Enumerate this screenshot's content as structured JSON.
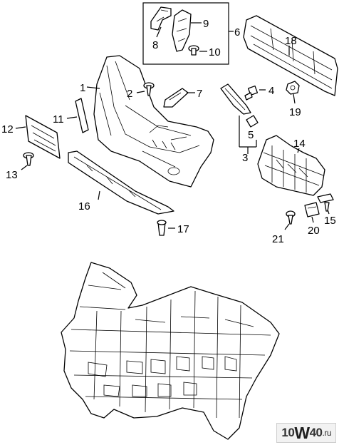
{
  "diagram": {
    "callouts": {
      "c1": "1",
      "c2": "2",
      "c3": "3",
      "c4": "4",
      "c5": "5",
      "c6": "6",
      "c7": "7",
      "c8": "8",
      "c9": "9",
      "c10": "10",
      "c11": "11",
      "c12": "12",
      "c13": "13",
      "c14": "14",
      "c15": "15",
      "c16": "16",
      "c17": "17",
      "c18": "18",
      "c19": "19",
      "c20": "20",
      "c21": "21"
    }
  },
  "watermark": {
    "part1": "10",
    "part2": "W",
    "part3": "40",
    "part4": ".ru"
  },
  "colors": {
    "line": "#000000",
    "background": "#ffffff",
    "watermark_bg": "#f2f2f2"
  }
}
